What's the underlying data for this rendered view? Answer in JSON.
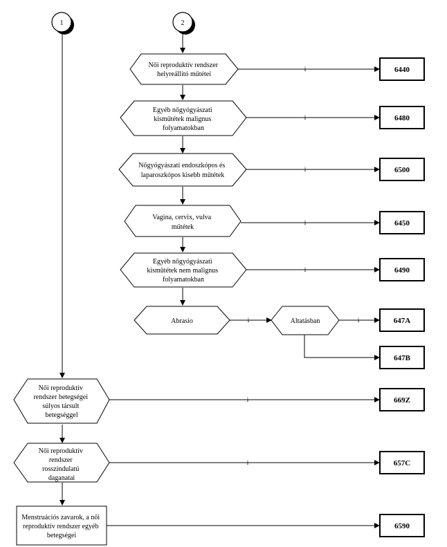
{
  "connectors": [
    {
      "id": "c1",
      "label": "1"
    },
    {
      "id": "c2",
      "label": "2"
    }
  ],
  "decisions": [
    {
      "id": "d1",
      "lines": [
        "Női reproduktív rendszer",
        "helyreállító műtétei"
      ],
      "edge_label": "i",
      "target": "6440"
    },
    {
      "id": "d2",
      "lines": [
        "Egyéb nőgyógyászati",
        "kisműtétek malignus",
        "folyamatokban"
      ],
      "edge_label": "i",
      "target": "6480"
    },
    {
      "id": "d3",
      "lines": [
        "Nőgyógyászati endoszkópos és",
        "laparoszkópos kisebb műtétek"
      ],
      "edge_label": "i",
      "target": "6500"
    },
    {
      "id": "d4",
      "lines": [
        "Vagina, cervix, vulva",
        "műtétek"
      ],
      "edge_label": "i",
      "target": "6450"
    },
    {
      "id": "d5",
      "lines": [
        "Egyéb nőgyógyászati",
        "kisműtétek nem malignus",
        "folyamatokban"
      ],
      "edge_label": "i",
      "target": "6490"
    },
    {
      "id": "d6",
      "lines": [
        "Abrasio"
      ],
      "edge_label": "i"
    },
    {
      "id": "d7",
      "lines": [
        "Altatásban"
      ],
      "edge_label": "i",
      "target": "647A"
    },
    {
      "id": "d8",
      "lines": [
        "Női reproduktív",
        "rendszer betegségei",
        "súlyos társult",
        "betegséggel"
      ],
      "edge_label": "i",
      "target": "669Z"
    },
    {
      "id": "d9",
      "lines": [
        "Női reproduktív",
        "rendszer",
        "rosszindulatú",
        "daganatai"
      ],
      "edge_label": "i",
      "target": "657C"
    }
  ],
  "process": {
    "id": "p1",
    "lines": [
      "Menstruációs zavarok, a női",
      "reproduktív rendszer egyéb",
      "betegségei"
    ],
    "target": "6590"
  },
  "codes": [
    "6440",
    "6480",
    "6500",
    "6450",
    "6490",
    "647A",
    "647B",
    "669Z",
    "657C",
    "6590"
  ]
}
